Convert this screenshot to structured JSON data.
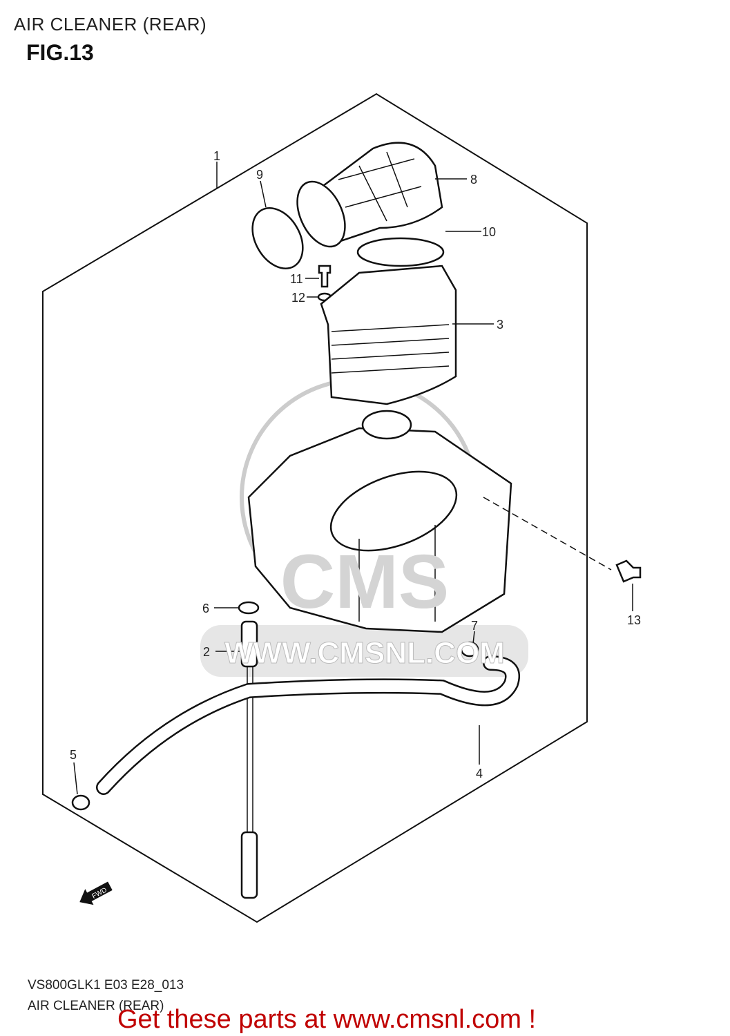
{
  "header": {
    "title": "AIR CLEANER (REAR)",
    "figure": "FIG.13"
  },
  "footer": {
    "code": "VS800GLK1 E03 E28_013",
    "subtitle": "AIR CLEANER (REAR)",
    "promo": "Get these parts at www.cmsnl.com !"
  },
  "promo_color": "#c00000",
  "watermark": {
    "text": "CMS",
    "url": "WWW.CMSNL.COM"
  },
  "fwd_arrow": {
    "label": "FWD"
  },
  "callouts": [
    "1",
    "2",
    "3",
    "4",
    "5",
    "6",
    "7",
    "8",
    "9",
    "10",
    "11",
    "12",
    "13"
  ]
}
